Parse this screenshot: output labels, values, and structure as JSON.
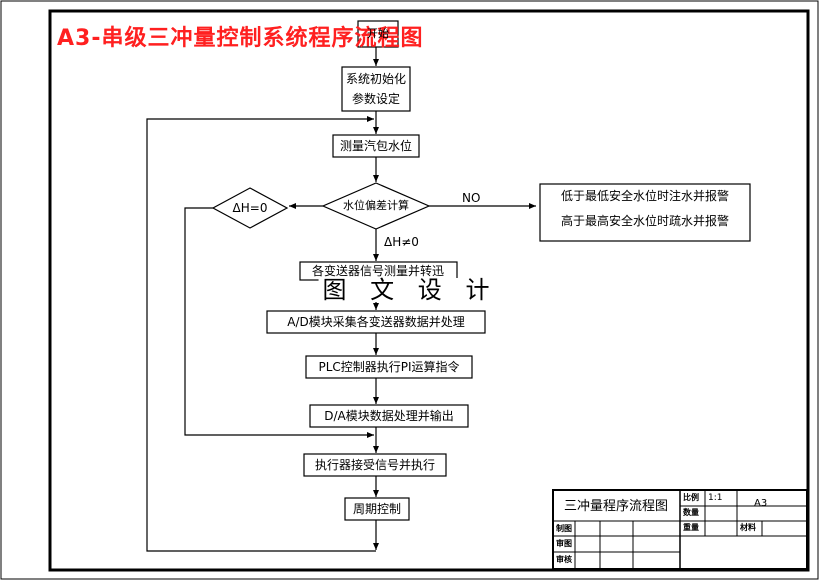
{
  "header": {
    "title": "A3-串级三冲量控制系统程序流程图"
  },
  "flow": {
    "start": "开始",
    "init_line1": "系统初始化",
    "init_line2": "参数设定",
    "measure": "测量汽包水位",
    "deviation": "水位偏差计算",
    "zero_check": "ΔH=0",
    "no_label": "NO",
    "nonzero_label": "ΔH≠0",
    "alarm_line1": "低于最低安全水位时注水并报警",
    "alarm_line2": "高于最高安全水位时疏水并报警",
    "transmit": "各变送器信号测量并转迅",
    "overlay_text": "图 文 设 计",
    "ad": "A/D模块采集各变送器数据并处理",
    "plc": "PLC控制器执行PI运算指令",
    "da": "D/A模块数据处理并输出",
    "actuator": "执行器接受信号并执行",
    "cycle": "周期控制"
  },
  "title_block": {
    "drawing_name": "三冲量程序流程图",
    "scale_label": "比例",
    "scale_value": "1:1",
    "sheet_size": "A3",
    "count_label": "数量",
    "weight_label": "重量",
    "material_label": "材料",
    "drawn_label": "制图",
    "review_label": "审图",
    "check_label": "审核"
  }
}
